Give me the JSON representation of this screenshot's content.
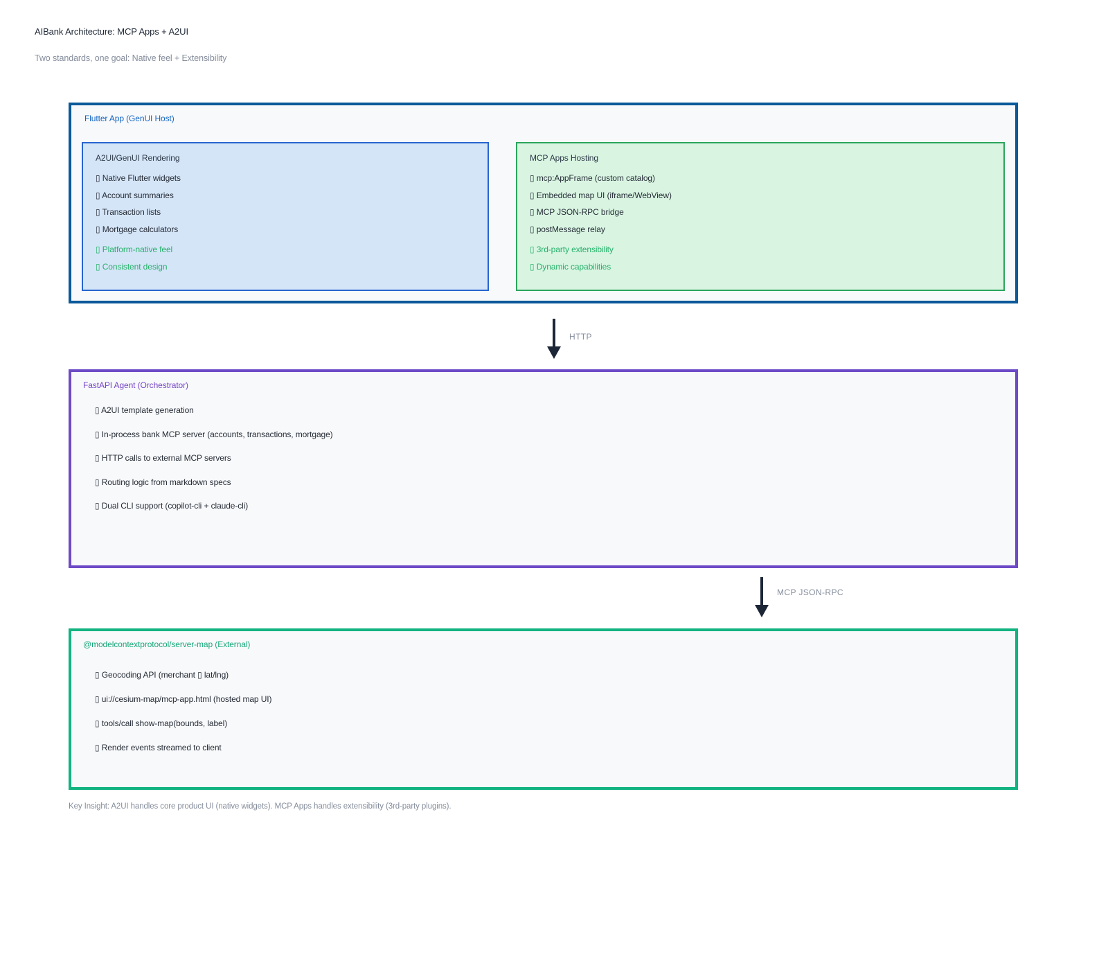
{
  "header": {
    "title": "AIBank Architecture: MCP Apps + A2UI",
    "subtitle": "Two standards, one goal: Native feel + Extensibility"
  },
  "flutter_box": {
    "label": "Flutter App (GenUI Host)",
    "a2ui": {
      "title": "A2UI/GenUI Rendering",
      "items": [
        {
          "text": "▯ Native Flutter widgets",
          "accent": false
        },
        {
          "text": "▯ Account summaries",
          "accent": false
        },
        {
          "text": "▯ Transaction lists",
          "accent": false
        },
        {
          "text": "▯ Mortgage calculators",
          "accent": false
        },
        {
          "text": "▯ Platform-native feel",
          "accent": true
        },
        {
          "text": "▯ Consistent design",
          "accent": true
        }
      ]
    },
    "mcp_hosting": {
      "title": "MCP Apps Hosting",
      "items": [
        {
          "text": "▯ mcp:AppFrame (custom catalog)",
          "accent": false
        },
        {
          "text": "▯ Embedded map UI (iframe/WebView)",
          "accent": false
        },
        {
          "text": "▯ MCP JSON-RPC bridge",
          "accent": false
        },
        {
          "text": "▯ postMessage relay",
          "accent": false
        },
        {
          "text": "▯ 3rd-party extensibility",
          "accent": true
        },
        {
          "text": "▯ Dynamic capabilities",
          "accent": true
        }
      ]
    }
  },
  "fastapi_box": {
    "label": "FastAPI Agent (Orchestrator)",
    "items": [
      {
        "text": "▯ A2UI template generation",
        "accent": false
      },
      {
        "text": "▯ In-process bank MCP server (accounts, transactions, mortgage)",
        "accent": false
      },
      {
        "text": "▯ HTTP calls to external MCP servers",
        "accent": false
      },
      {
        "text": "▯ Routing logic from markdown specs",
        "accent": false
      },
      {
        "text": "▯ Dual CLI support (copilot-cli + claude-cli)",
        "accent": false
      }
    ]
  },
  "servermap_box": {
    "label": "@modelcontextprotocol/server-map (External)",
    "items": [
      {
        "text": "▯ Geocoding API (merchant ▯ lat/lng)",
        "accent": false
      },
      {
        "text": "▯ ui://cesium-map/mcp-app.html (hosted map UI)",
        "accent": false
      },
      {
        "text": "▯ tools/call show-map(bounds, label)",
        "accent": false
      },
      {
        "text": "▯ Render events streamed to client",
        "accent": false
      }
    ]
  },
  "arrows": [
    {
      "label": "HTTP"
    },
    {
      "label": "MCP JSON-RPC"
    }
  ],
  "footer": {
    "text": "Key Insight: A2UI handles core product UI (native widgets). MCP Apps handles extensibility (3rd-party plugins)."
  },
  "glyphs": {
    "missing_glyph": "▯",
    "arrow_down_icon": "filled triangle arrowhead on vertical shaft"
  },
  "colors": {
    "title_text": "#222b38",
    "muted_text": "#858d9c",
    "body_text": "#262c36",
    "flutter_border": "#0b5999",
    "flutter_label": "#1466c0",
    "panel_bg": "#f8f9fb",
    "a2ui_bg": "#d5e5f8",
    "a2ui_border": "#2765cf",
    "mcp_bg": "#d9f5e2",
    "mcp_border": "#2ba55c",
    "subbox_title": "#2e3a48",
    "accent_green": "#27b06a",
    "fastapi_border": "#6d4bc7",
    "fastapi_label": "#7646c8",
    "servermap_border": "#12b380",
    "servermap_label": "#18a878",
    "arrow": "#1c2637"
  }
}
